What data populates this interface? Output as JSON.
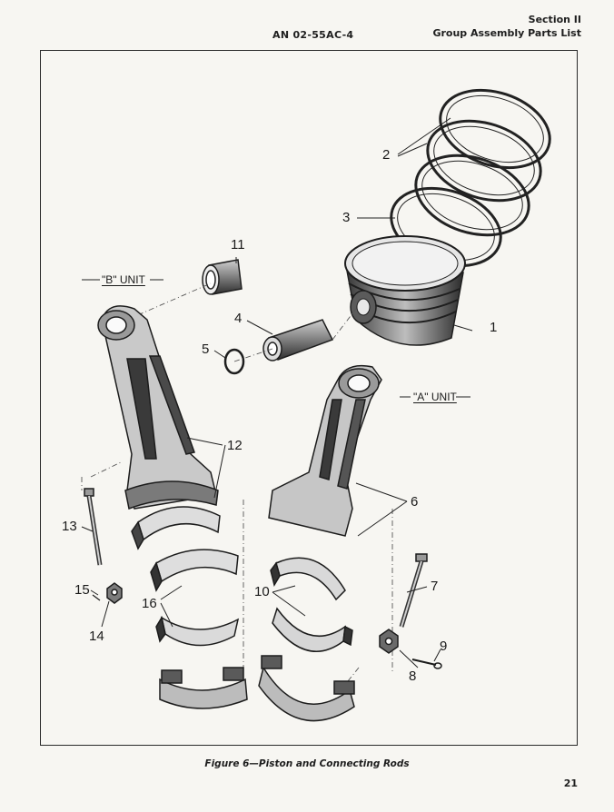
{
  "header": {
    "doc_number": "AN 02-55AC-4",
    "section": "Section II",
    "section_title": "Group Assembly Parts List"
  },
  "figure": {
    "caption": "Figure 6—Piston and Connecting Rods",
    "unit_b_label": "\"B\" UNIT",
    "unit_a_label": "\"A\" UNIT",
    "callouts": [
      "1",
      "2",
      "3",
      "4",
      "5",
      "6",
      "7",
      "8",
      "9",
      "10",
      "11",
      "12",
      "13",
      "14",
      "15",
      "16"
    ]
  },
  "page_number": "21"
}
